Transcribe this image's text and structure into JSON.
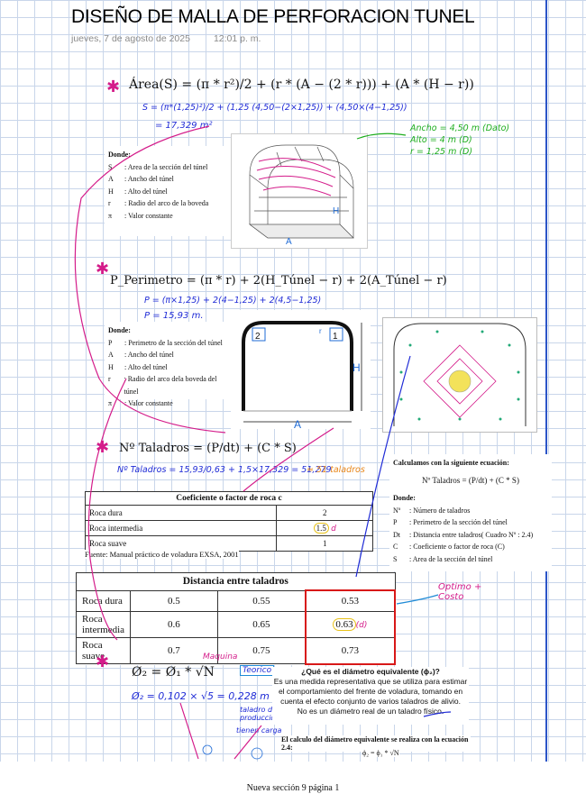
{
  "title": "DISEÑO DE MALLA DE PERFORACION TUNEL",
  "date": "jueves, 7 de agosto de 2025",
  "time": "12:01 p. m.",
  "area": {
    "formula": "Área(S) = (π * r²)/2 + (r * (A − (2 * r))) + (A * (H − r))",
    "hand_calc_1": "S = (π*(1,25)²)/2 + (1,25 (4,50−(2×1,25)) + (4,50×(4−1,25))",
    "hand_result": "= 17,329 m²",
    "givens": [
      "Ancho = 4,50 m (Dato)",
      "Alto = 4 m (D)",
      "r = 1,25 m (D)"
    ],
    "legend_title": "Donde:",
    "legend": [
      {
        "k": "S",
        "v": ": Area de la sección del túnel"
      },
      {
        "k": "A",
        "v": ": Ancho del túnel"
      },
      {
        "k": "H",
        "v": ": Alto del túnel"
      },
      {
        "k": "r",
        "v": ": Radio del arco de la boveda"
      },
      {
        "k": "π",
        "v": ": Valor constante"
      }
    ],
    "fig_label_h": "H",
    "fig_label_a": "A"
  },
  "perimetro": {
    "formula": "P_Perimetro = (π * r) + 2(H_Túnel − r) + 2(A_Túnel − r)",
    "hand_calc": "P = (π×1,25) + 2(4−1,25) + 2(4,5−1,25)",
    "hand_result": "P = 15,93 m.",
    "legend_title": "Donde:",
    "legend": [
      {
        "k": "P",
        "v": ": Perimetro de la sección del túnel"
      },
      {
        "k": "A",
        "v": ": Ancho del túnel"
      },
      {
        "k": "H",
        "v": ": Alto del túnel"
      },
      {
        "k": "r",
        "v": ": Radio del arco dela boveda del túnel"
      },
      {
        "k": "π",
        "v": ": Valor constante"
      }
    ],
    "fig_labels": {
      "one": "1",
      "two": "2",
      "h": "H",
      "a": "A",
      "r": "r"
    }
  },
  "taladros": {
    "formula": "Nº Taladros = (P/dt) + (C * S)",
    "hand_calc": "Nº Taladros = 15,93/0,63 + 1,5×17,329 = 51,279",
    "hand_result": "≈ 51 taladros",
    "calc_title": "Calculamos con la siguiente ecuación:",
    "calc_formula": "Nº Taladros = (P/dt) + (C * S)",
    "legend_title": "Donde:",
    "legend": [
      {
        "k": "Nº",
        "v": ": Número de taladros"
      },
      {
        "k": "P",
        "v": ": Perimetro de la sección del túnel"
      },
      {
        "k": "Dt",
        "v": ": Distancia entre taladros( Cuadro Nº : 2.4)"
      },
      {
        "k": "C",
        "v": ": Coeficiente o factor de roca (C)"
      },
      {
        "k": "S",
        "v": ": Area de la sección del túnel"
      }
    ]
  },
  "coef_table": {
    "title": "Coeficiente o factor de roca c",
    "rows": [
      {
        "roca": "Roca dura",
        "val": "2"
      },
      {
        "roca": "Roca intermedia",
        "val": "1.5"
      },
      {
        "roca": "Roca suave",
        "val": "1"
      }
    ],
    "source": "Fuente: Manual práctico de voladura EXSA, 2001",
    "mark": "d"
  },
  "dist_table": {
    "title": "Distancia entre taladros",
    "rows": [
      {
        "roca": "Roca dura",
        "a": "0.5",
        "b": "0.55",
        "c": "0.53"
      },
      {
        "roca": "Roca intermedia",
        "a": "0.6",
        "b": "0.65",
        "c": "0.63"
      },
      {
        "roca": "Roca suave",
        "a": "0.7",
        "b": "0.75",
        "c": "0.73"
      }
    ],
    "note": "Optimo + Costo",
    "mark": "(d)"
  },
  "diametro": {
    "formula": "Ø₂ = Ø₁ * √N",
    "label_maquina": "Maquina",
    "label_teorico": "Teorico",
    "hand_calc": "Ø₂ = 0,102 × √5 = 0,228 m",
    "hand_note": "taladro de producción",
    "hand_note2": "tienen carga",
    "question": "¿Qué es el diámetro equivalente (ϕ₂)?",
    "answer": "Es una medida representativa que se utiliza para estimar el comportamiento del frente de voladura, tomando en cuenta el efecto conjunto de varios taladros de alivio.",
    "answer2": "No es un diámetro real de un taladro físico.",
    "ref": "El calculo del diámetro equivalente se realiza con la ecuación 2.4:",
    "ref_formula": "ϕ₂ = ϕ₁ * √N"
  },
  "footer": "Nueva sección 9 página 1",
  "colors": {
    "grid": "#c9d6ea",
    "hand_blue": "#1f2bd6",
    "hand_magenta": "#d41c8a",
    "hand_green": "#1fae1f",
    "hand_orange": "#e8871b",
    "mark_red": "#d81818"
  }
}
